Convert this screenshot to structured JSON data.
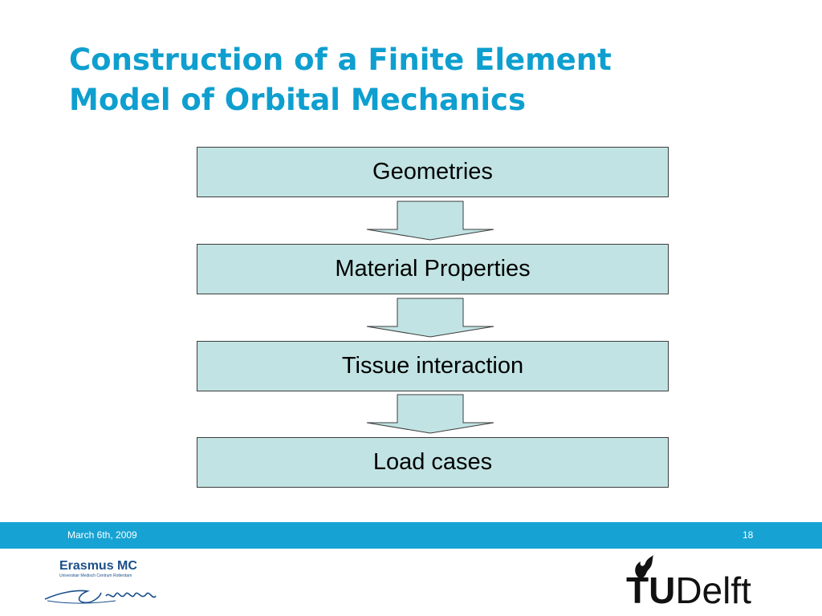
{
  "title_lines": [
    "Construction of a Finite Element",
    "Model of Orbital Mechanics"
  ],
  "steps": [
    "Geometries",
    "Material Properties",
    "Tissue interaction",
    "Load cases"
  ],
  "footer": {
    "date": "March 6th, 2009",
    "page": "18"
  },
  "logos": {
    "erasmus": {
      "name": "Erasmus MC",
      "subtitle": "Universitair Medisch Centrum Rotterdam"
    },
    "tudelft": {
      "tu": "TU",
      "rest": "Delft"
    }
  },
  "colors": {
    "accent": "#0e9fcf",
    "box_fill": "#c1e3e3",
    "footer_bar": "#16a3d3",
    "logo_blue": "#1b4f8a"
  },
  "icons": [
    "flow-arrow-down-icon",
    "tudelft-flame-icon",
    "erasmus-signature-icon"
  ]
}
